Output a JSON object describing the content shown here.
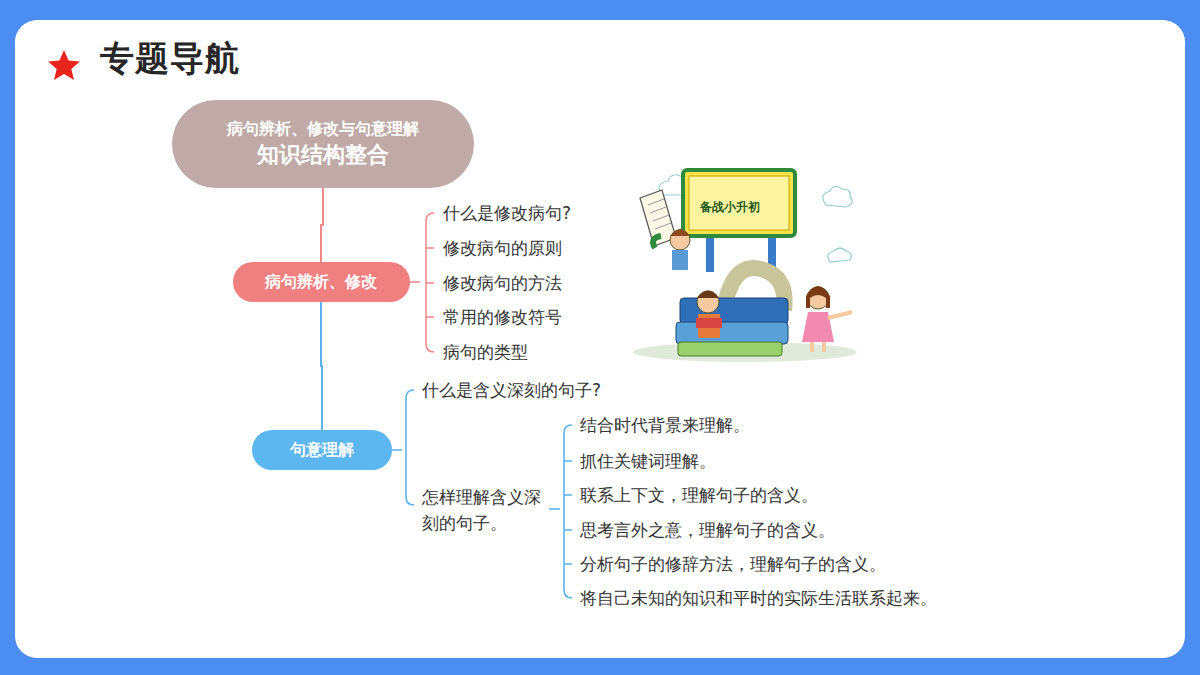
{
  "diagram": {
    "title": "专题导航",
    "nodes": [
      {
        "text": [
          "病句辨析、修改与句意理解",
          "知识结构整合"
        ]
      },
      {
        "text": [
          "病句辨析、修改"
        ]
      },
      {
        "text": [
          "句意理解"
        ]
      }
    ],
    "edges": [
      {
        "from": 0,
        "to": 1,
        "arrow": "none"
      },
      {
        "from": 1,
        "to": 2,
        "arrow": "none"
      }
    ],
    "labels": [
      "备战小升初",
      "什么是修改病句?",
      "修改病句的原则",
      "修改病句的方法",
      "常用的修改符号",
      "病句的类型",
      "什么是含义深刻的句子?",
      "怎样理解含义深刻的句子。",
      "结合时代背景来理解。",
      "抓住关键词理解。",
      "联系上下文，理解句子的含义。",
      "思考言外之意，理解句子的含义。",
      "分析句子的修辞方法，理解句子的含义。",
      "将自己未知的知识和平时的实际生活联系起来。"
    ]
  }
}
